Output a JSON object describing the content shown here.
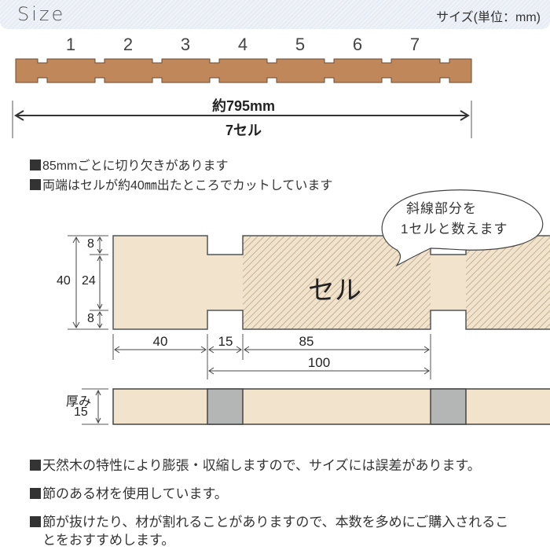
{
  "header": {
    "title": "Size",
    "unit_label": "サイズ(単位：mm)"
  },
  "overview": {
    "cell_numbers": [
      "1",
      "2",
      "3",
      "4",
      "5",
      "6",
      "7"
    ],
    "total_length": "約795mm",
    "cell_count": "7セル",
    "bar_color": "#c0885a"
  },
  "notes_top": [
    "85mmごとに切り欠きがあります",
    "両端はセルが約40㎜出たところでカットしています"
  ],
  "callout": {
    "line1": "斜線部分を",
    "line2": "1セルと数えます"
  },
  "detail": {
    "cell_label": "セル",
    "height_total": "40",
    "height_top": "8",
    "height_mid": "24",
    "height_bottom": "8",
    "width_end": "40",
    "width_notch": "15",
    "width_cell": "85",
    "width_pitch": "100",
    "wood_color": "#f1e3cc",
    "notch_color": "#b4b6b5"
  },
  "thickness": {
    "label": "厚み",
    "value": "15"
  },
  "notes_bottom": [
    "天然木の特性により膨張・収縮しますので、サイズには誤差があります。",
    "節のある材を使用しています。",
    "節が抜けたり、材が割れることがありますので、本数を多めにご購入されるこ",
    "とをおすすめします。"
  ]
}
